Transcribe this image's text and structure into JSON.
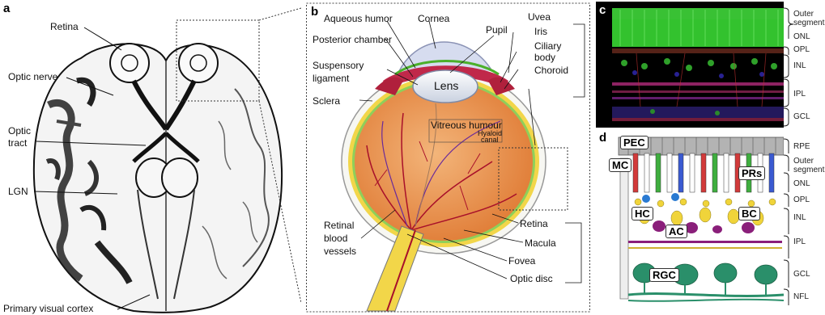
{
  "panel_a": {
    "letter": "a",
    "labels": {
      "retina": "Retina",
      "optic_nerve": "Optic nerve",
      "optic_tract_1": "Optic",
      "optic_tract_2": "tract",
      "lgn": "LGN",
      "visual_cortex": "Primary visual cortex"
    }
  },
  "panel_b": {
    "letter": "b",
    "labels": {
      "aqueous": "Aqueous humor",
      "cornea": "Cornea",
      "pupil": "Pupil",
      "uvea": "Uvea",
      "posterior": "Posterior chamber",
      "iris": "Iris",
      "ciliary_1": "Ciliary",
      "ciliary_2": "body",
      "suspensory_1": "Suspensory",
      "suspensory_2": "ligament",
      "lens": "Lens",
      "choroid": "Choroid",
      "sclera": "Sclera",
      "vitreous": "Vitreous humour",
      "hyaloid_1": "Hyaloid",
      "hyaloid_2": "canal",
      "retinal_1": "Retinal",
      "retinal_2": "blood",
      "retinal_3": "vessels",
      "retina": "Retina",
      "macula": "Macula",
      "fovea": "Fovea",
      "optic_disc": "Optic disc"
    }
  },
  "panel_c": {
    "letter": "c",
    "layers": {
      "outer_1": "Outer",
      "outer_2": "segment",
      "onl": "ONL",
      "opl": "OPL",
      "inl": "INL",
      "ipl": "IPL",
      "gcl": "GCL"
    }
  },
  "panel_d": {
    "letter": "d",
    "cells": {
      "pec": "PEC",
      "mc": "MC",
      "prs": "PRs",
      "hc": "HC",
      "bc": "BC",
      "ac": "AC",
      "rgc": "RGC"
    },
    "layers": {
      "rpe": "RPE",
      "outer_1": "Outer",
      "outer_2": "segment",
      "onl": "ONL",
      "opl": "OPL",
      "inl": "INL",
      "ipl": "IPL",
      "gcl": "GCL",
      "nfl": "NFL"
    }
  },
  "colors": {
    "retina_green": "#3ec43e",
    "eyeball_orange": "#e8893a",
    "vessel_red": "#a8102a",
    "lens_blue": "#dfe6f2",
    "micro_bg": "#000000",
    "rgc_teal": "#2a8f6a",
    "bc_yellow": "#f0d43a",
    "ac_purple": "#8a1f7a"
  }
}
